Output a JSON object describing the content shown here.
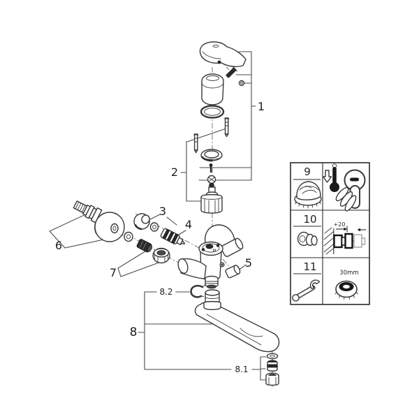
{
  "diagram_type": "faucet-exploded-parts-diagram",
  "colors": {
    "background": "#ffffff",
    "line": "#3a3a3a",
    "dark_fill": "#2b2b2b",
    "panel_border": "#2b2b2b"
  },
  "callouts": {
    "n1": "1",
    "n2": "2",
    "n3": "3",
    "n4": "4",
    "n5": "5",
    "n6": "6",
    "n7": "7",
    "n8": "8",
    "n8_1": "8.1",
    "n8_2": "8.2"
  },
  "panel": {
    "row9": {
      "number": "9"
    },
    "row10": {
      "number": "10",
      "dimension_label": "+20"
    },
    "row11": {
      "number": "11",
      "wrench_size_label": "30mm"
    }
  }
}
